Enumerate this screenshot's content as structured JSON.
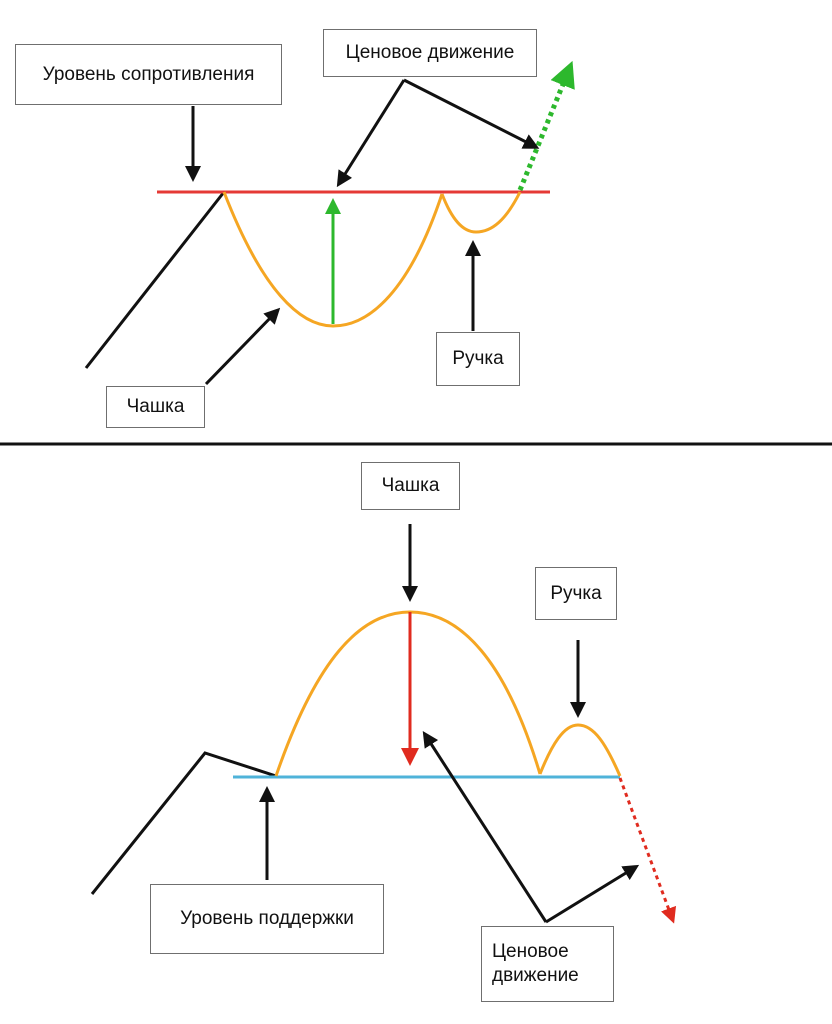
{
  "top_panel": {
    "resistance_label": "Уровень сопротивления",
    "price_move_label": "Ценовое движение",
    "cup_label": "Чашка",
    "handle_label": "Ручка"
  },
  "bottom_panel": {
    "cup_label": "Чашка",
    "handle_label": "Ручка",
    "support_label": "Уровень поддержки",
    "price_move_line1": "Ценовое",
    "price_move_line2": "движение"
  },
  "colors": {
    "cup_curve": "#f5a623",
    "resistance_line": "#e53935",
    "support_line": "#4fb3d9",
    "rise_arrow": "#2db82d",
    "fall_arrow": "#e02b1f",
    "pointer": "#111111"
  }
}
